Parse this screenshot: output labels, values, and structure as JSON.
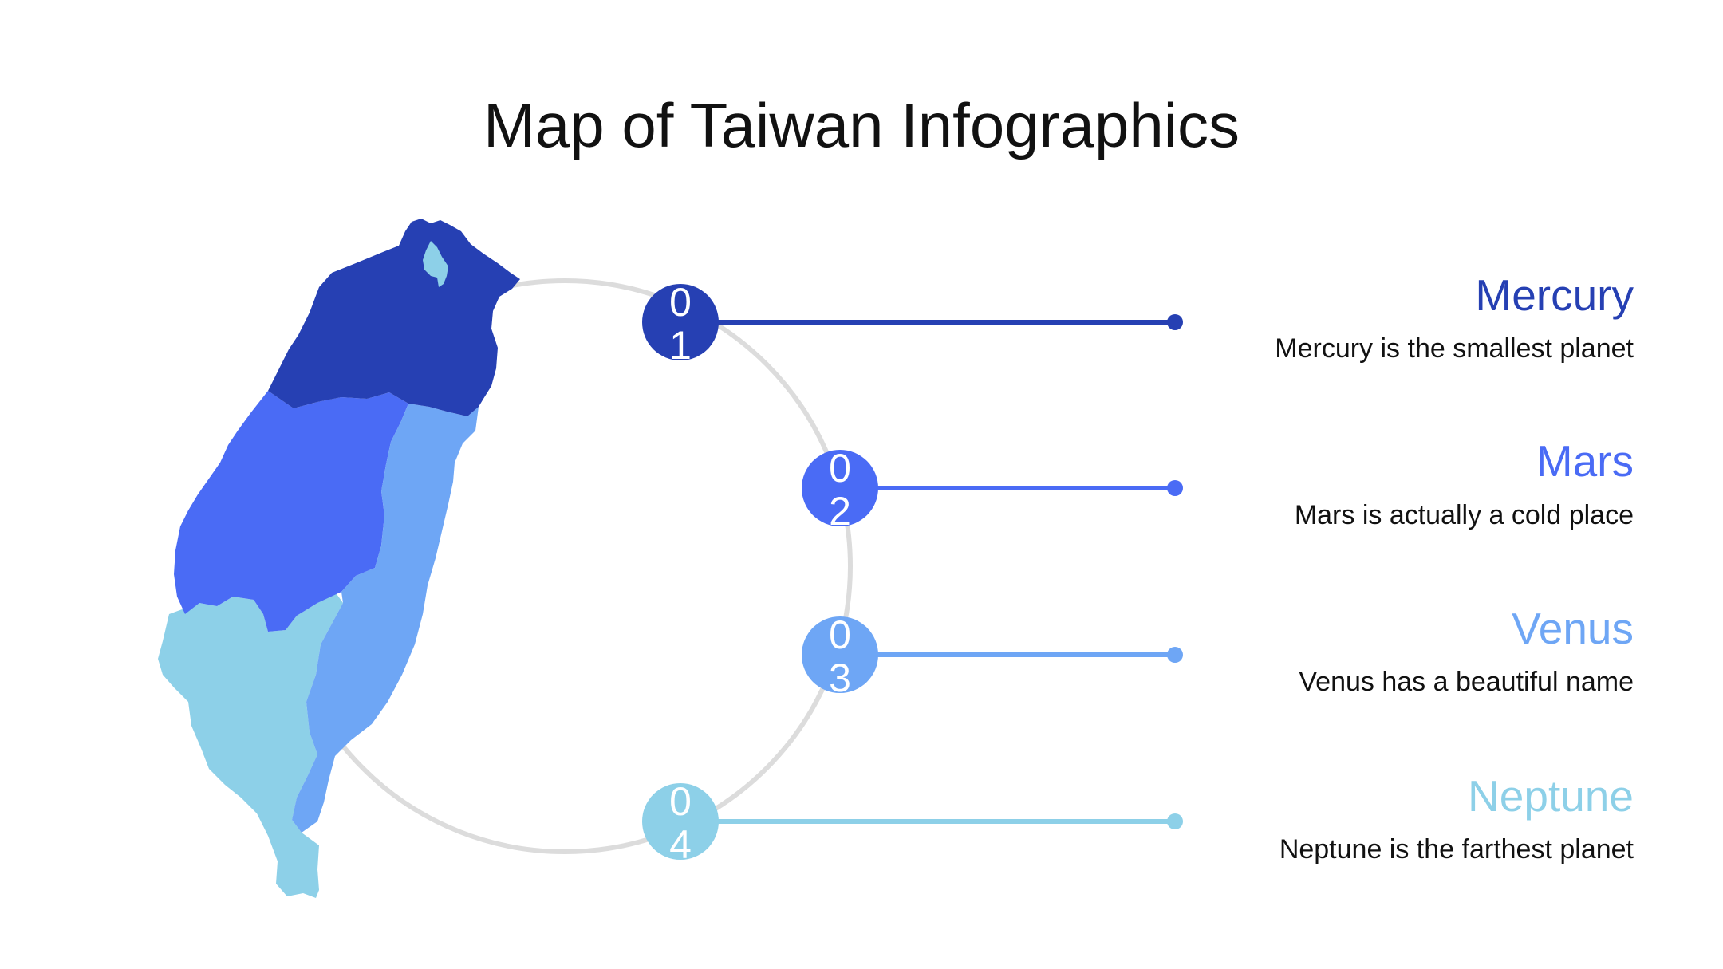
{
  "title": "Map of Taiwan Infographics",
  "colors": {
    "c1": "#2640b3",
    "c2": "#4a6bf5",
    "c3": "#6ea6f5",
    "c4": "#8dd0e8",
    "ring": "#dcdcdc"
  },
  "items": [
    {
      "number": "01",
      "title": "Mercury",
      "description": "Mercury is the smallest planet"
    },
    {
      "number": "02",
      "title": "Mars",
      "description": "Mars is actually a cold place"
    },
    {
      "number": "03",
      "title": "Venus",
      "description": "Venus has a beautiful name"
    },
    {
      "number": "04",
      "title": "Neptune",
      "description": "Neptune is the farthest planet"
    }
  ]
}
